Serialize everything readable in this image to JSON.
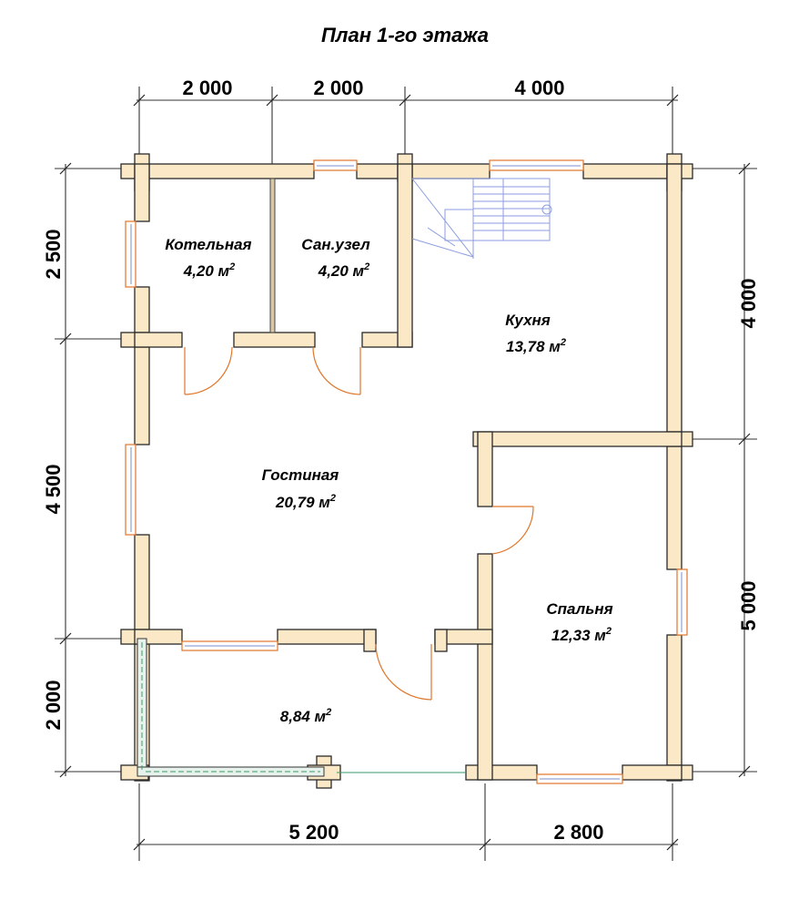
{
  "title": "План 1-го этажа",
  "dimensions": {
    "top": [
      "2 000",
      "2 000",
      "4 000"
    ],
    "bottom": [
      "5 200",
      "2 800"
    ],
    "left": [
      "2 500",
      "4 500",
      "2 000"
    ],
    "right": [
      "4 000",
      "5 000"
    ]
  },
  "rooms": {
    "boiler": {
      "name": "Котельная",
      "area": "4,20 м",
      "unit_sup": "2"
    },
    "bath": {
      "name": "Сан.узел",
      "area": "4,20 м",
      "unit_sup": "2"
    },
    "kitchen": {
      "name": "Кухня",
      "area": "13,78 м",
      "unit_sup": "2"
    },
    "living": {
      "name": "Гостиная",
      "area": "20,79 м",
      "unit_sup": "2"
    },
    "bedroom": {
      "name": "Спальня",
      "area": "12,33 м",
      "unit_sup": "2"
    },
    "terrace": {
      "name": "",
      "area": "8,84 м",
      "unit_sup": "2"
    }
  },
  "colors": {
    "wall_fill": "#fbe8c6",
    "door_arc": "#e0762a",
    "window_glass": "#7a8fd0",
    "stairs": "#8b9ee0"
  }
}
